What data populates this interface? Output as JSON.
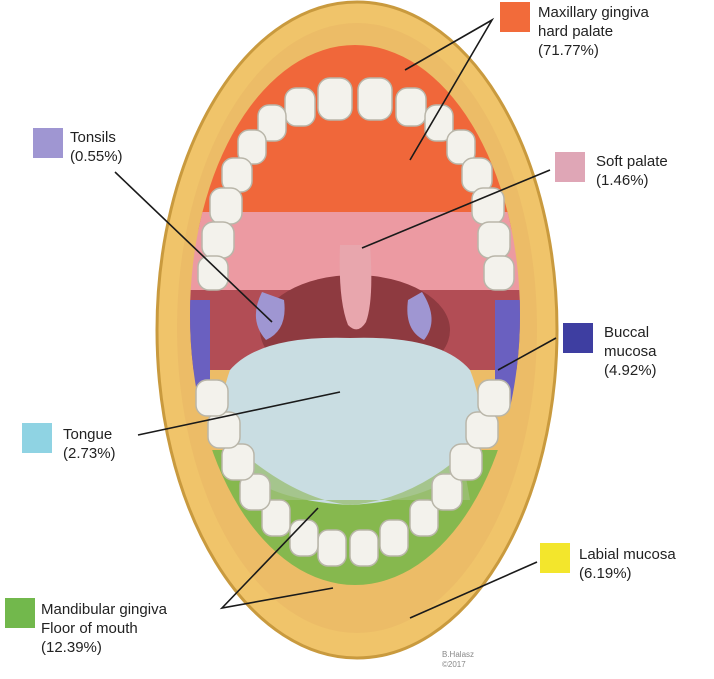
{
  "labels": {
    "maxillary": {
      "lines": [
        "Maxillary gingiva",
        "hard palate",
        "(71.77%)"
      ],
      "color": "#f26b3a"
    },
    "tonsils": {
      "lines": [
        "Tonsils",
        "(0.55%)"
      ],
      "color": "#9f96d2"
    },
    "soft_palate": {
      "lines": [
        "Soft palate",
        "(1.46%)"
      ],
      "color": "#dfa6b6"
    },
    "buccal": {
      "lines": [
        "Buccal",
        "mucosa",
        "(4.92%)"
      ],
      "color": "#3e3ea1"
    },
    "tongue": {
      "lines": [
        "Tongue",
        "(2.73%)"
      ],
      "color": "#8fd3e3"
    },
    "labial": {
      "lines": [
        "Labial mucosa",
        "(6.19%)"
      ],
      "color": "#f3e62c"
    },
    "mandibular": {
      "lines": [
        "Mandibular gingiva",
        "Floor of mouth",
        "(12.39%)"
      ],
      "color": "#72b84c"
    }
  },
  "credit": {
    "author": "B.Halasz",
    "year": "©2017"
  },
  "anatomy_colors": {
    "lip": "#f0c46a",
    "lip_edge": "#c99a3e",
    "throat": "#8e3a40",
    "teeth": "#f3f2ec",
    "uvula": "#e8a6ad"
  }
}
